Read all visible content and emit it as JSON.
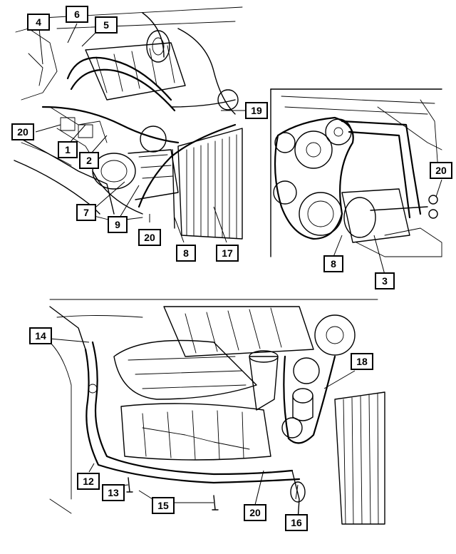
{
  "callouts": [
    {
      "id": "c4",
      "label": "4"
    },
    {
      "id": "c6",
      "label": "6"
    },
    {
      "id": "c5",
      "label": "5"
    },
    {
      "id": "c20a",
      "label": "20"
    },
    {
      "id": "c1",
      "label": "1"
    },
    {
      "id": "c2",
      "label": "2"
    },
    {
      "id": "c7",
      "label": "7"
    },
    {
      "id": "c9",
      "label": "9"
    },
    {
      "id": "c20b",
      "label": "20"
    },
    {
      "id": "c8a",
      "label": "8"
    },
    {
      "id": "c17",
      "label": "17"
    },
    {
      "id": "c19",
      "label": "19"
    },
    {
      "id": "c20c",
      "label": "20"
    },
    {
      "id": "c8b",
      "label": "8"
    },
    {
      "id": "c3",
      "label": "3"
    },
    {
      "id": "c14",
      "label": "14"
    },
    {
      "id": "c18",
      "label": "18"
    },
    {
      "id": "c12",
      "label": "12"
    },
    {
      "id": "c13",
      "label": "13"
    },
    {
      "id": "c15",
      "label": "15"
    },
    {
      "id": "c20d",
      "label": "20"
    },
    {
      "id": "c16",
      "label": "16"
    }
  ]
}
